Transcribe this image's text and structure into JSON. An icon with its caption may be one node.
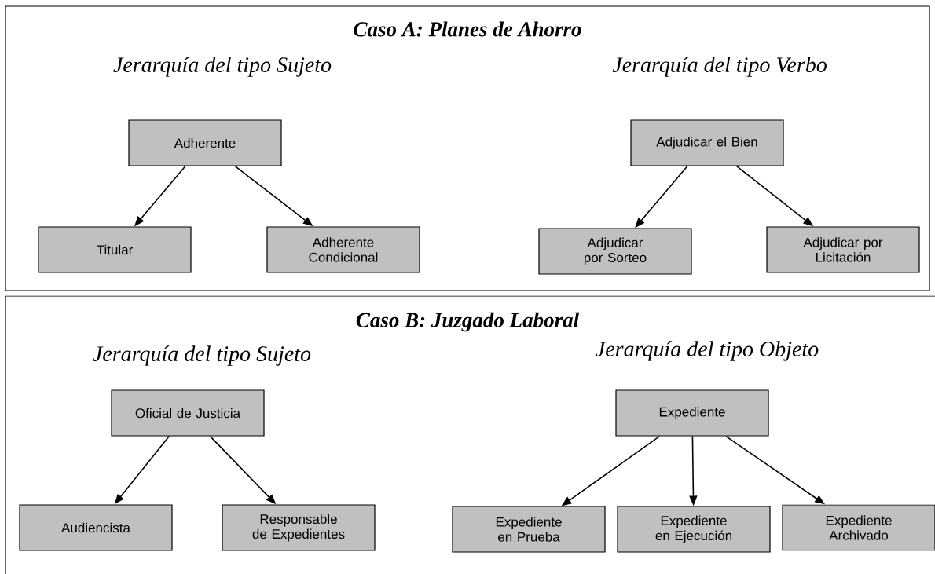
{
  "diagram": {
    "nodes": [
      {
        "text": [
          "Caso A: Planes de Ahorro",
          "Jerarquía del tipo Sujeto",
          "Jerarquía del tipo Verbo"
        ]
      },
      {
        "text": [
          "Adherente"
        ],
        "in": 0
      },
      {
        "text": [
          "Titular"
        ],
        "in": 0
      },
      {
        "text": [
          "Adherente Condicional"
        ],
        "in": 0
      },
      {
        "text": [
          "Adjudicar el Bien"
        ],
        "in": 0
      },
      {
        "text": [
          "Adjudicar por Sorteo"
        ],
        "in": 0
      },
      {
        "text": [
          "Adjudicar por Licitación"
        ],
        "in": 0
      },
      {
        "text": [
          "Caso B: Juzgado Laboral",
          "Jerarquía del tipo Sujeto",
          "Jerarquía del tipo Objeto"
        ]
      },
      {
        "text": [
          "Oficial de Justicia"
        ],
        "in": 7
      },
      {
        "text": [
          "Audiencista"
        ],
        "in": 7
      },
      {
        "text": [
          "Responsable de Expedientes"
        ],
        "in": 7
      },
      {
        "text": [
          "Expediente"
        ],
        "in": 7
      },
      {
        "text": [
          "Expediente en Prueba"
        ],
        "in": 7
      },
      {
        "text": [
          "Expediente en Ejecución"
        ],
        "in": 7
      },
      {
        "text": [
          "Expediente Archivado"
        ],
        "in": 7
      }
    ],
    "edges": [
      {
        "from": 1,
        "to": 2,
        "arrow": "to"
      },
      {
        "from": 1,
        "to": 3,
        "arrow": "to"
      },
      {
        "from": 4,
        "to": 5,
        "arrow": "to"
      },
      {
        "from": 4,
        "to": 6,
        "arrow": "to"
      },
      {
        "from": 8,
        "to": 9,
        "arrow": "to"
      },
      {
        "from": 8,
        "to": 10,
        "arrow": "to"
      },
      {
        "from": 11,
        "to": 12,
        "arrow": "to"
      },
      {
        "from": 11,
        "to": 13,
        "arrow": "to"
      },
      {
        "from": 11,
        "to": 14,
        "arrow": "to"
      }
    ]
  }
}
